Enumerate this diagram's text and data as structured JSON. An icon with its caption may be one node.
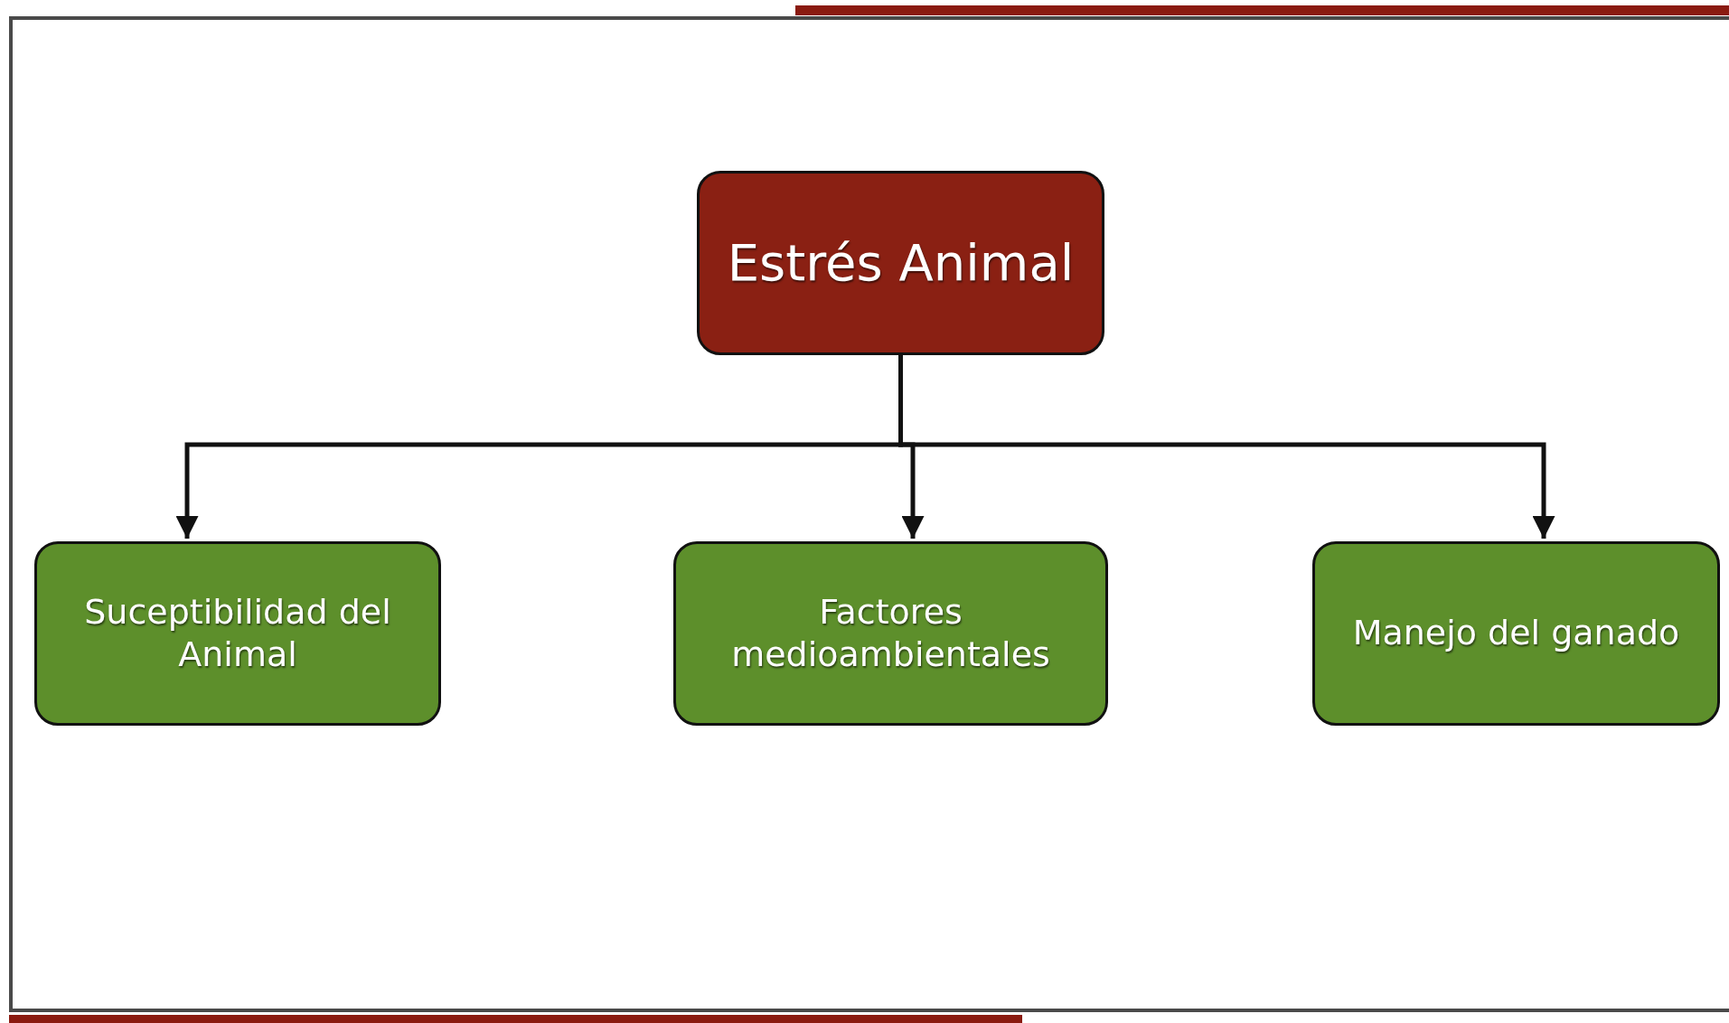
{
  "diagram": {
    "nodes": [
      {
        "text": [
          "Estrés Animal"
        ]
      },
      {
        "text": [
          "Suceptibilidad del Animal"
        ]
      },
      {
        "text": [
          "Factores medioambientales"
        ]
      },
      {
        "text": [
          "Manejo del ganado"
        ]
      }
    ],
    "edges": [
      {
        "from": 0,
        "to": 1,
        "arrow": "to"
      },
      {
        "from": 0,
        "to": 2,
        "arrow": "to"
      },
      {
        "from": 0,
        "to": 3,
        "arrow": "to"
      }
    ]
  }
}
